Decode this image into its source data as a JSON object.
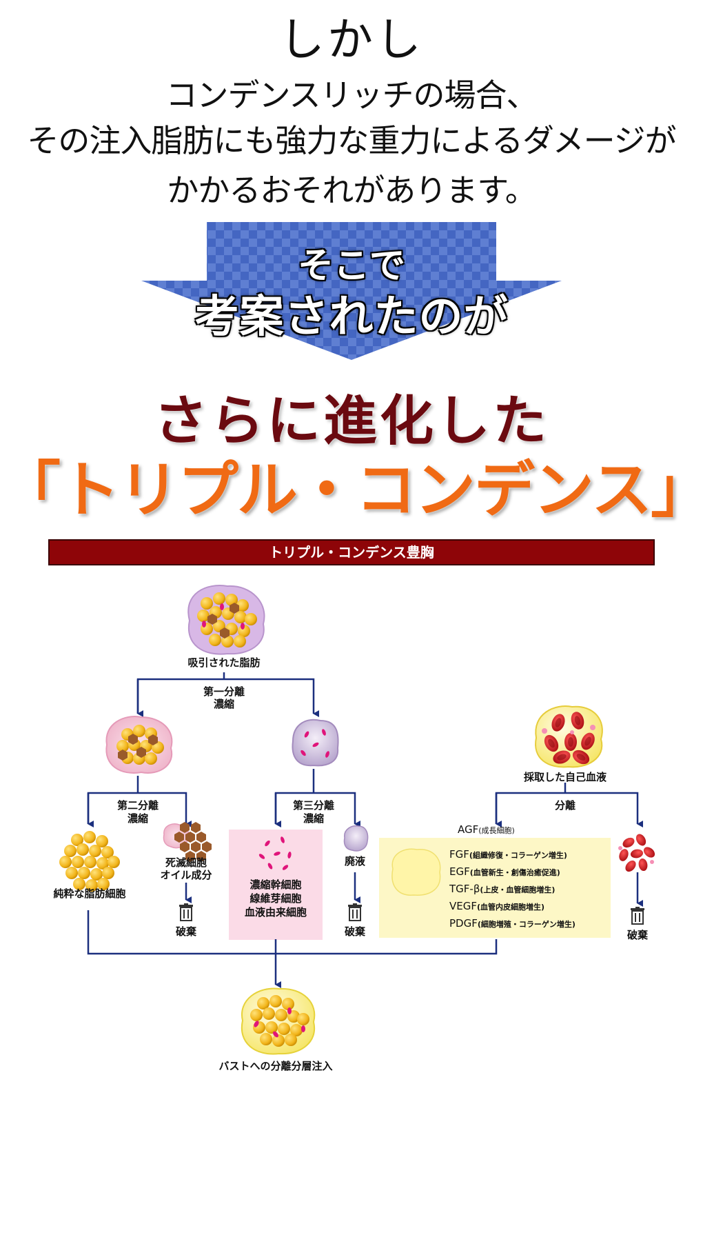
{
  "heading": "しかし",
  "intro": {
    "line1": "コンデンスリッチの場合、",
    "line2": "その注入脂肪にも強力な重力によるダメージが",
    "line3": "かかるおそれがあります。"
  },
  "arrow": {
    "line1": "そこで",
    "line2": "考案されたのが"
  },
  "title": {
    "evolved": "さらに進化した",
    "product": "「トリプル・コンデンス」"
  },
  "section_bar": "トリプル・コンデンス豊胸",
  "diagram": {
    "nodes": {
      "sucked_fat": "吸引された脂肪",
      "sep1": "第一分離",
      "conc1": "濃縮",
      "blood": "採取した自己血液",
      "sep_blood": "分離",
      "sep2": "第二分離",
      "conc2": "濃縮",
      "sep3": "第三分離",
      "conc3": "濃縮",
      "agf": "AGF",
      "agf_note": "(成長細胞)",
      "pure_fat": "純粋な脂肪細胞",
      "dead_cells_1": "死滅細胞",
      "dead_cells_2": "オイル成分",
      "waste_fluid": "廃液",
      "stem_1": "濃縮幹細胞",
      "stem_2": "線維芽細胞",
      "stem_3": "血液由来細胞",
      "discard": "破棄",
      "injection": "バストへの分離分層注入"
    },
    "growth_factors": [
      {
        "name": "FGF",
        "note": "(組織修復・コラーゲン増生)"
      },
      {
        "name": "EGF",
        "note": "(血管新生・創傷治癒促進)"
      },
      {
        "name": "TGF-β",
        "note": "(上皮・血管細胞増生)"
      },
      {
        "name": "VEGF",
        "note": "(血管内皮細胞増生)"
      },
      {
        "name": "PDGF",
        "note": "(細胞増殖・コラーゲン増生)"
      }
    ],
    "colors": {
      "line": "#1b2f7e",
      "fat": "#f2b51b",
      "membrane": "#f7c9d9",
      "blood_red": "#c2111a",
      "section_bar": "#8e0508",
      "title_orange": "#f06a14",
      "title_maroon": "#6b0a10"
    }
  }
}
